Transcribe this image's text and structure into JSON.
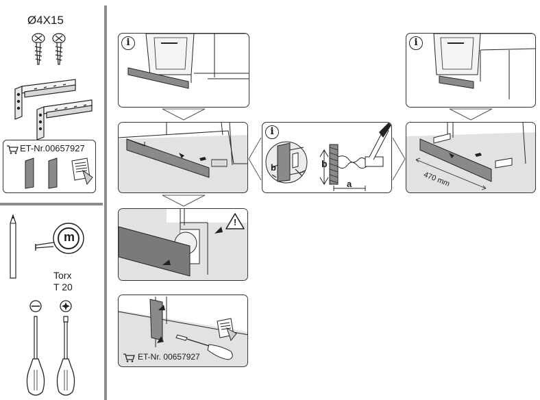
{
  "parts": {
    "screw_size": "Ø4X15",
    "spare_part_label": "ET-Nr.00657927"
  },
  "tools": {
    "tape_letter": "m",
    "torx_label_1": "Torx",
    "torx_label_2": "T 20"
  },
  "steps": {
    "dimension_label": "470 mm",
    "dim_a": "a",
    "dim_b": "b",
    "dim_b_small": "b",
    "info_glyph": "i",
    "warning_glyph": "!",
    "final_spare_part": "ET-Nr. 00657927"
  },
  "colors": {
    "panel_gray": "#e2e2e2",
    "divider": "#8a8a8a",
    "part_dark": "#7a7a7a"
  }
}
